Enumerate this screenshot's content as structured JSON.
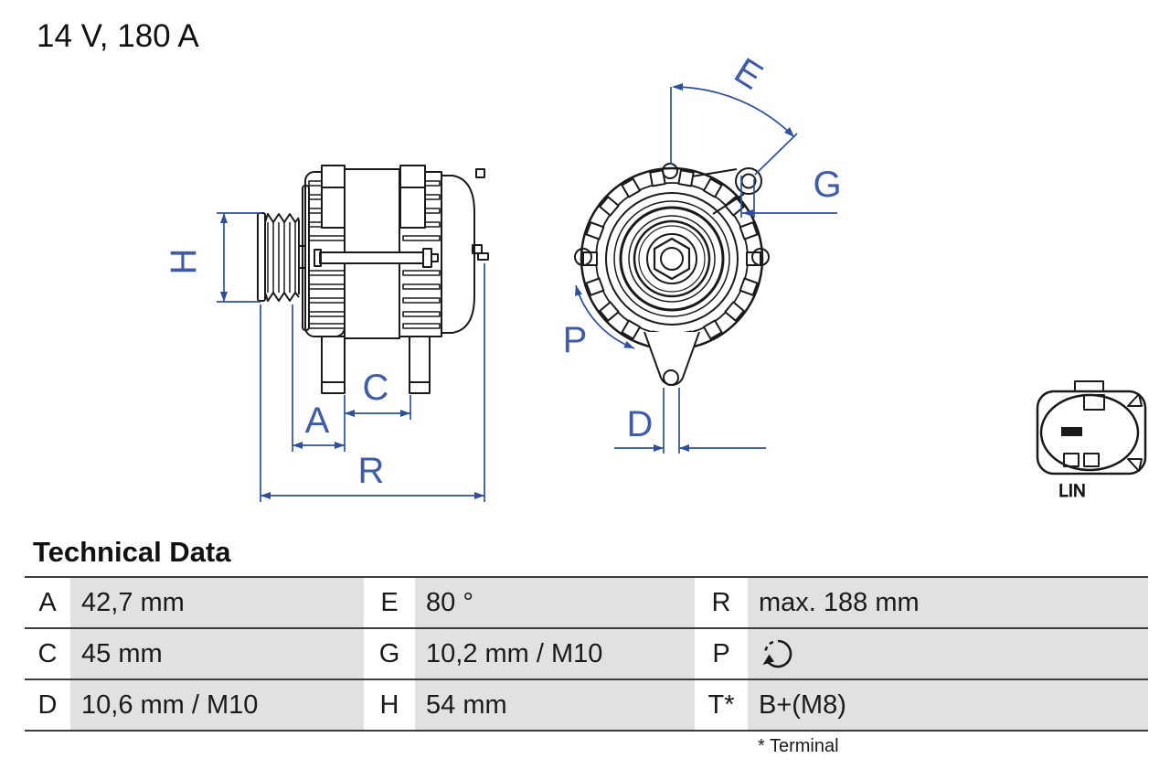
{
  "title": "14 V, 180 A",
  "diagram": {
    "dimension_labels": {
      "h": "H",
      "a": "A",
      "c": "C",
      "r": "R",
      "e": "E",
      "g": "G",
      "p": "P",
      "d": "D"
    },
    "connector_label": "LIN"
  },
  "technical_data": {
    "heading": "Technical Data",
    "rows": [
      [
        {
          "key": "A",
          "value": "42,7 mm"
        },
        {
          "key": "E",
          "value": "80 °"
        },
        {
          "key": "R",
          "value": "max. 188 mm"
        }
      ],
      [
        {
          "key": "C",
          "value": "45 mm"
        },
        {
          "key": "G",
          "value": "10,2 mm / M10"
        },
        {
          "key": "P",
          "value": "",
          "icon": "rotation-direction-icon"
        }
      ],
      [
        {
          "key": "D",
          "value": "10,6 mm / M10"
        },
        {
          "key": "H",
          "value": "54 mm"
        },
        {
          "key": "T*",
          "value": "B+(M8)"
        }
      ]
    ],
    "footnote": "* Terminal"
  },
  "colors": {
    "dimension_blue": "#2E4F9E",
    "dimension_label_blue": "#3E5CA8",
    "table_value_gray": "#E1E1E1",
    "table_border_gray": "#3C3C3C",
    "drawing_black": "#1A1A1A"
  }
}
